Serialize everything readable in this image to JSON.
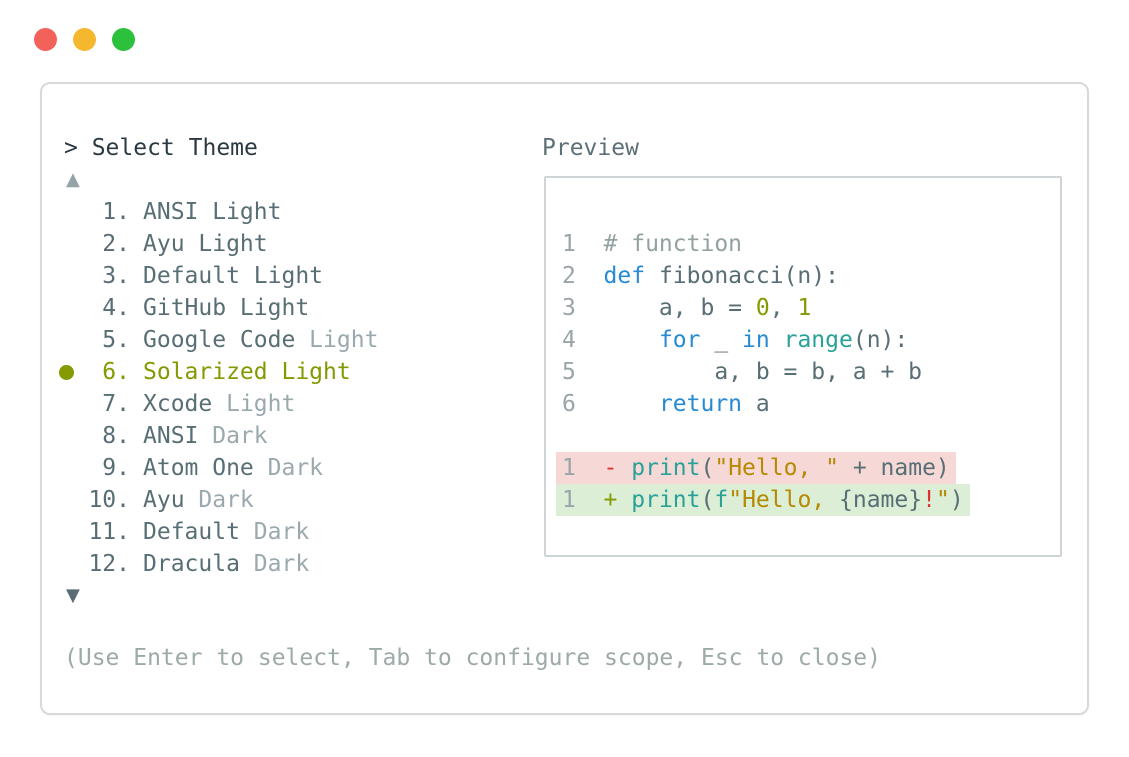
{
  "window": {
    "traffic_lights": [
      {
        "name": "close",
        "color": "#f2615a"
      },
      {
        "name": "minimize",
        "color": "#f4b72d"
      },
      {
        "name": "zoom",
        "color": "#2bc13c"
      }
    ]
  },
  "palette": {
    "prompt_text": "#2b3a42",
    "item_text": "#586e75",
    "item_dim_suffix": "#9aa9ae",
    "selected_item": "#859900",
    "scroll_up_arrow": "#95a2a7",
    "scroll_down_arrow": "#5a6c74",
    "help_text": "#9caaa8",
    "preview_label": "#5d6f77",
    "syntax": {
      "keyword": "#268bd2",
      "function": "#2aa198",
      "string": "#b58900",
      "number": "#859900",
      "plain": "#586e75",
      "comment": "#93a1a1",
      "red": "#dc322f",
      "line_number": "#99a5a8"
    },
    "diff": {
      "removed_bg": "#f6d9d6",
      "added_bg": "#dceed6"
    }
  },
  "theme_picker": {
    "prompt": "> Select Theme",
    "scroll_up_indicator": "▲",
    "scroll_down_indicator": "▼",
    "selected_bullet": "●",
    "items": [
      {
        "number": "1.",
        "name": "ANSI Light",
        "dim_suffix": "",
        "selected": false
      },
      {
        "number": "2.",
        "name": "Ayu Light",
        "dim_suffix": "",
        "selected": false
      },
      {
        "number": "3.",
        "name": "Default Light",
        "dim_suffix": "",
        "selected": false
      },
      {
        "number": "4.",
        "name": "GitHub Light",
        "dim_suffix": "",
        "selected": false
      },
      {
        "number": "5.",
        "name": "Google Code",
        "dim_suffix": "Light",
        "selected": false
      },
      {
        "number": "6.",
        "name": "Solarized Light",
        "dim_suffix": "",
        "selected": true
      },
      {
        "number": "7.",
        "name": "Xcode",
        "dim_suffix": "Light",
        "selected": false
      },
      {
        "number": "8.",
        "name": "ANSI",
        "dim_suffix": "Dark",
        "selected": false
      },
      {
        "number": "9.",
        "name": "Atom One",
        "dim_suffix": "Dark",
        "selected": false
      },
      {
        "number": "10.",
        "name": "Ayu",
        "dim_suffix": "Dark",
        "selected": false
      },
      {
        "number": "11.",
        "name": "Default",
        "dim_suffix": "Dark",
        "selected": false
      },
      {
        "number": "12.",
        "name": "Dracula",
        "dim_suffix": "Dark",
        "selected": false
      }
    ],
    "help_text": "(Use Enter to select, Tab to configure scope, Esc to close)"
  },
  "preview": {
    "label": "Preview",
    "code_lines": [
      {
        "num": "1",
        "diff": "",
        "segments": [
          {
            "t": "# function",
            "c": "comment"
          }
        ]
      },
      {
        "num": "2",
        "diff": "",
        "segments": [
          {
            "t": "def",
            "c": "keyword"
          },
          {
            "t": " fibonacci(n):",
            "c": "plain"
          }
        ]
      },
      {
        "num": "3",
        "diff": "",
        "segments": [
          {
            "t": "    a, b = ",
            "c": "plain"
          },
          {
            "t": "0",
            "c": "number"
          },
          {
            "t": ", ",
            "c": "plain"
          },
          {
            "t": "1",
            "c": "number"
          }
        ]
      },
      {
        "num": "4",
        "diff": "",
        "segments": [
          {
            "t": "    ",
            "c": "plain"
          },
          {
            "t": "for",
            "c": "keyword"
          },
          {
            "t": " _ ",
            "c": "plain"
          },
          {
            "t": "in",
            "c": "keyword"
          },
          {
            "t": " ",
            "c": "plain"
          },
          {
            "t": "range",
            "c": "function"
          },
          {
            "t": "(n):",
            "c": "plain"
          }
        ]
      },
      {
        "num": "5",
        "diff": "",
        "segments": [
          {
            "t": "        a, b = b, a + b",
            "c": "plain"
          }
        ]
      },
      {
        "num": "6",
        "diff": "",
        "segments": [
          {
            "t": "    ",
            "c": "plain"
          },
          {
            "t": "return",
            "c": "keyword"
          },
          {
            "t": " a",
            "c": "plain"
          }
        ]
      },
      {
        "blank": true
      },
      {
        "num": "1",
        "diff": "removed",
        "segments": [
          {
            "t": "- ",
            "c": "red"
          },
          {
            "t": "print",
            "c": "function"
          },
          {
            "t": "(",
            "c": "plain"
          },
          {
            "t": "\"Hello, \"",
            "c": "string"
          },
          {
            "t": " + name)",
            "c": "plain"
          }
        ]
      },
      {
        "num": "1",
        "diff": "added",
        "segments": [
          {
            "t": "+ ",
            "c": "number"
          },
          {
            "t": "print",
            "c": "function"
          },
          {
            "t": "(",
            "c": "plain"
          },
          {
            "t": "f",
            "c": "function"
          },
          {
            "t": "\"Hello, ",
            "c": "string"
          },
          {
            "t": "{name}",
            "c": "plain"
          },
          {
            "t": "!",
            "c": "red"
          },
          {
            "t": "\"",
            "c": "string"
          },
          {
            "t": ")",
            "c": "plain"
          }
        ]
      }
    ]
  }
}
